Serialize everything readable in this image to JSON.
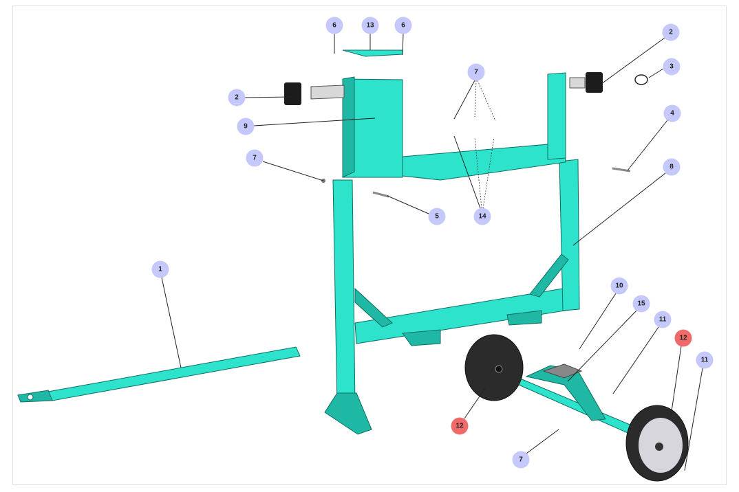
{
  "diagram": {
    "colors": {
      "callout": "#c5c8fa",
      "callout_highlight": "#f06a6a",
      "frame": "#2de3cc"
    },
    "callouts": [
      {
        "label": "6",
        "highlight": false
      },
      {
        "label": "13",
        "highlight": false
      },
      {
        "label": "6",
        "highlight": false
      },
      {
        "label": "2",
        "highlight": false
      },
      {
        "label": "3",
        "highlight": false
      },
      {
        "label": "2",
        "highlight": false
      },
      {
        "label": "9",
        "highlight": false
      },
      {
        "label": "7",
        "highlight": false
      },
      {
        "label": "4",
        "highlight": false
      },
      {
        "label": "7",
        "highlight": false
      },
      {
        "label": "8",
        "highlight": false
      },
      {
        "label": "5",
        "highlight": false
      },
      {
        "label": "14",
        "highlight": false
      },
      {
        "label": "1",
        "highlight": false
      },
      {
        "label": "10",
        "highlight": false
      },
      {
        "label": "15",
        "highlight": false
      },
      {
        "label": "11",
        "highlight": false
      },
      {
        "label": "12",
        "highlight": true
      },
      {
        "label": "11",
        "highlight": false
      },
      {
        "label": "12",
        "highlight": true
      },
      {
        "label": "7",
        "highlight": false
      }
    ]
  }
}
